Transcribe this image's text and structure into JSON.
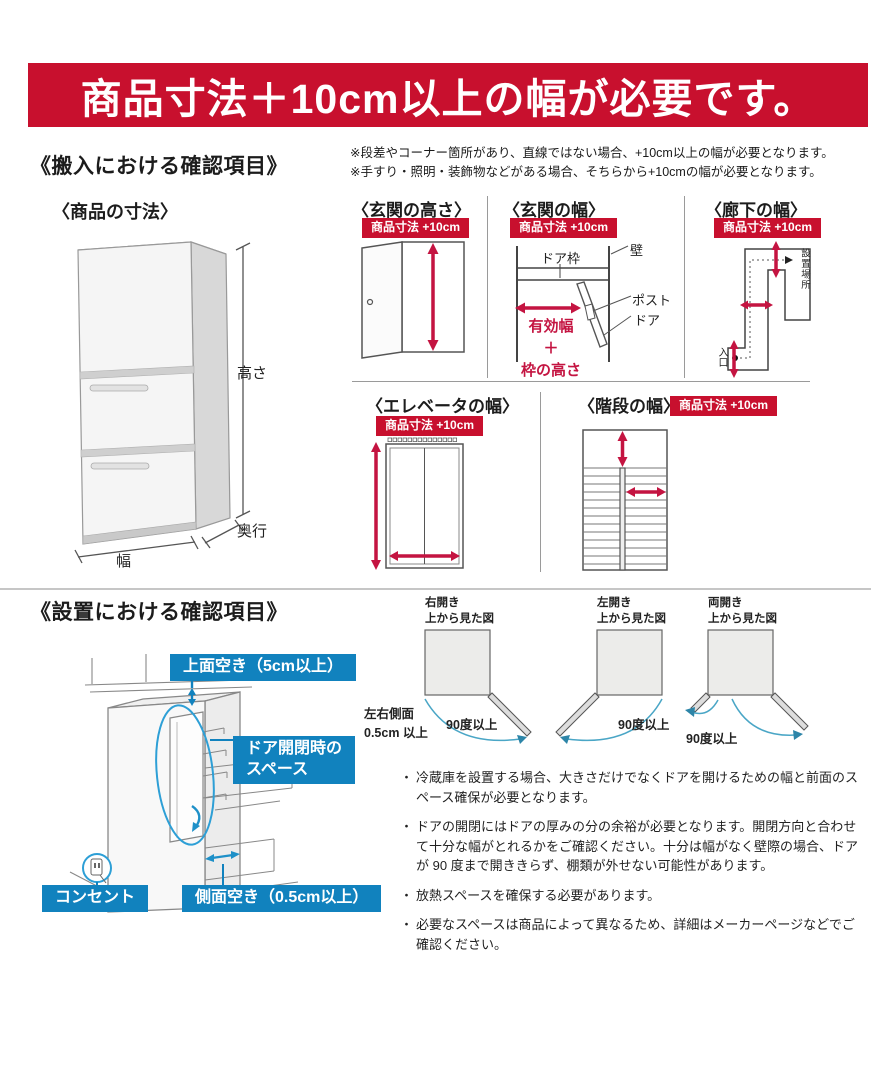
{
  "banner": {
    "title": "商品寸法＋10cm以上の幅が必要です。"
  },
  "badge_label": "商品寸法 +10cm",
  "carry_in": {
    "heading": "《搬入における確認項目》",
    "note1": "※段差やコーナー箇所があり、直線ではない場合、+10cm以上の幅が必要となります。",
    "note2": "※手すり・照明・装飾物などがある場合、そちらから+10cmの幅が必要となります。",
    "product": {
      "heading": "〈商品の寸法〉",
      "height": "高さ",
      "depth": "奥行",
      "width": "幅"
    },
    "entrance_height": {
      "heading": "〈玄関の高さ〉"
    },
    "entrance_width": {
      "heading": "〈玄関の幅〉",
      "door_frame": "ドア枠",
      "wall": "壁",
      "post": "ポスト",
      "door": "ドア",
      "measure_line1": "有効幅",
      "measure_line2": "＋",
      "measure_line3": "枠の高さ"
    },
    "hallway": {
      "heading": "〈廊下の幅〉",
      "place": "設置場所",
      "entrance": "入口"
    },
    "elevator": {
      "heading": "〈エレベータの幅〉"
    },
    "stairs": {
      "heading": "〈階段の幅〉"
    }
  },
  "installation": {
    "heading": "《設置における確認項目》",
    "top_clearance": "上面空き（5cm以上）",
    "door_space_line1": "ドア開閉時の",
    "door_space_line2": "スペース",
    "outlet": "コンセント",
    "side_clearance": "側面空き（0.5cm以上）",
    "side_note_line1": "左右側面",
    "side_note_line2": "0.5cm 以上",
    "views": [
      {
        "title": "右開き",
        "subtitle": "上から見た図",
        "angle": "90度以上"
      },
      {
        "title": "左開き",
        "subtitle": "上から見た図",
        "angle": "90度以上"
      },
      {
        "title": "両開き",
        "subtitle": "上から見た図",
        "angle": "90度以上"
      }
    ],
    "notes": [
      "冷蔵庫を設置する場合、大きさだけでなくドアを開けるための幅と前面のスペース確保が必要となります。",
      "ドアの開閉にはドアの厚みの分の余裕が必要となります。開閉方向と合わせて十分な幅がとれるかをご確認ください。十分は幅がなく壁際の場合、ドアが 90 度まで開ききらず、棚類が外せない可能性があります。",
      "放熱スペースを確保する必要があります。",
      "必要なスペースは商品によって異なるため、詳細はメーカーページなどでご確認ください。"
    ]
  },
  "colors": {
    "red": "#C8102E",
    "blue": "#1182BE",
    "light_blue": "#3FA6CC"
  }
}
